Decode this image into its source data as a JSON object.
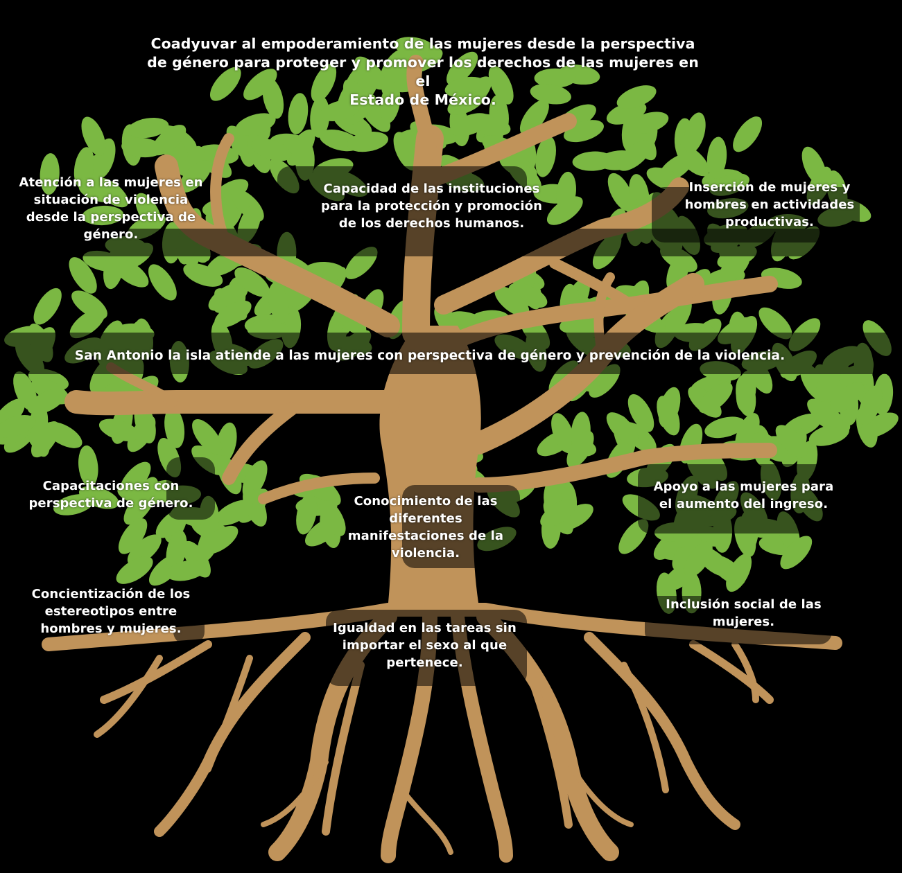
{
  "colors": {
    "background": "#000000",
    "leaf": "#7bb843",
    "trunk": "#c0935a",
    "label_text": "#ffffff",
    "label_band": "rgba(0,0,0,0.55)"
  },
  "goal": "Coadyuvar al empoderamiento de las mujeres desde la perspectiva\nde género para proteger y promover los derechos de las mujeres en el\nEstado de México.",
  "ends": {
    "left": "Atención a las mujeres en\nsituación de violencia\ndesde la perspectiva de\ngénero.",
    "center": "Capacidad de las instituciones\npara la protección y promoción\nde los derechos humanos.",
    "right": "Inserción de mujeres y\nhombres en actividades\nproductivas."
  },
  "purpose": "San Antonio la isla atiende a las mujeres con perspectiva de género y prevención de la violencia.",
  "components": {
    "left": "Capacitaciones con\nperspectiva de género.",
    "center": "Conocimiento de las\ndiferentes\nmanifestaciones de la\nviolencia.",
    "right": "Apoyo a las mujeres para\nel aumento del ingreso."
  },
  "roots": {
    "left": "Concientización de los\nestereotipos entre\nhombres y mujeres.",
    "center": "Igualdad en las tareas sin\nimportar el sexo al que\npertenece.",
    "right": "Inclusión social de las\nmujeres."
  }
}
